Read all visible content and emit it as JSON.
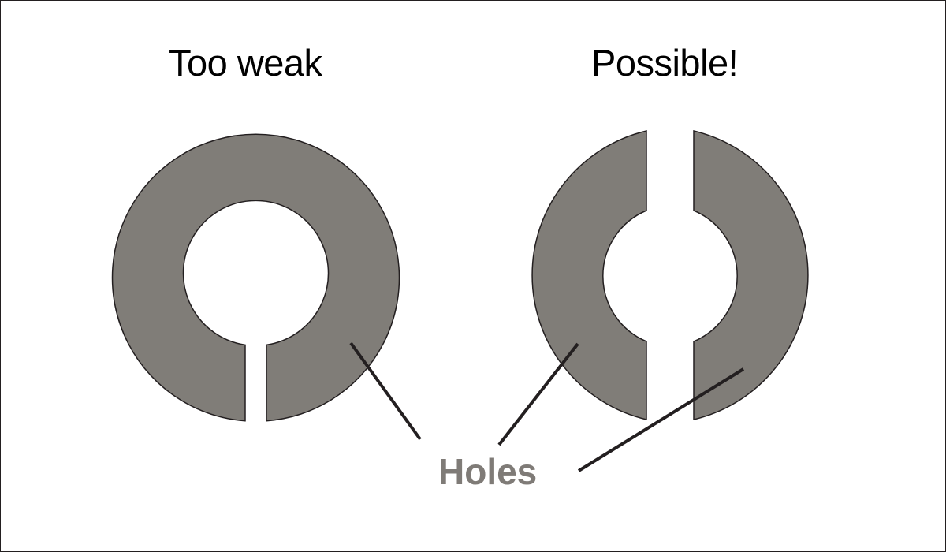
{
  "titles": {
    "left": "Too weak",
    "right": "Possible!"
  },
  "callout": {
    "label": "Holes"
  },
  "colors": {
    "ring_fill": "#807d78",
    "outline": "#231f20",
    "label_color": "#7f7b77",
    "background": "#ffffff"
  }
}
